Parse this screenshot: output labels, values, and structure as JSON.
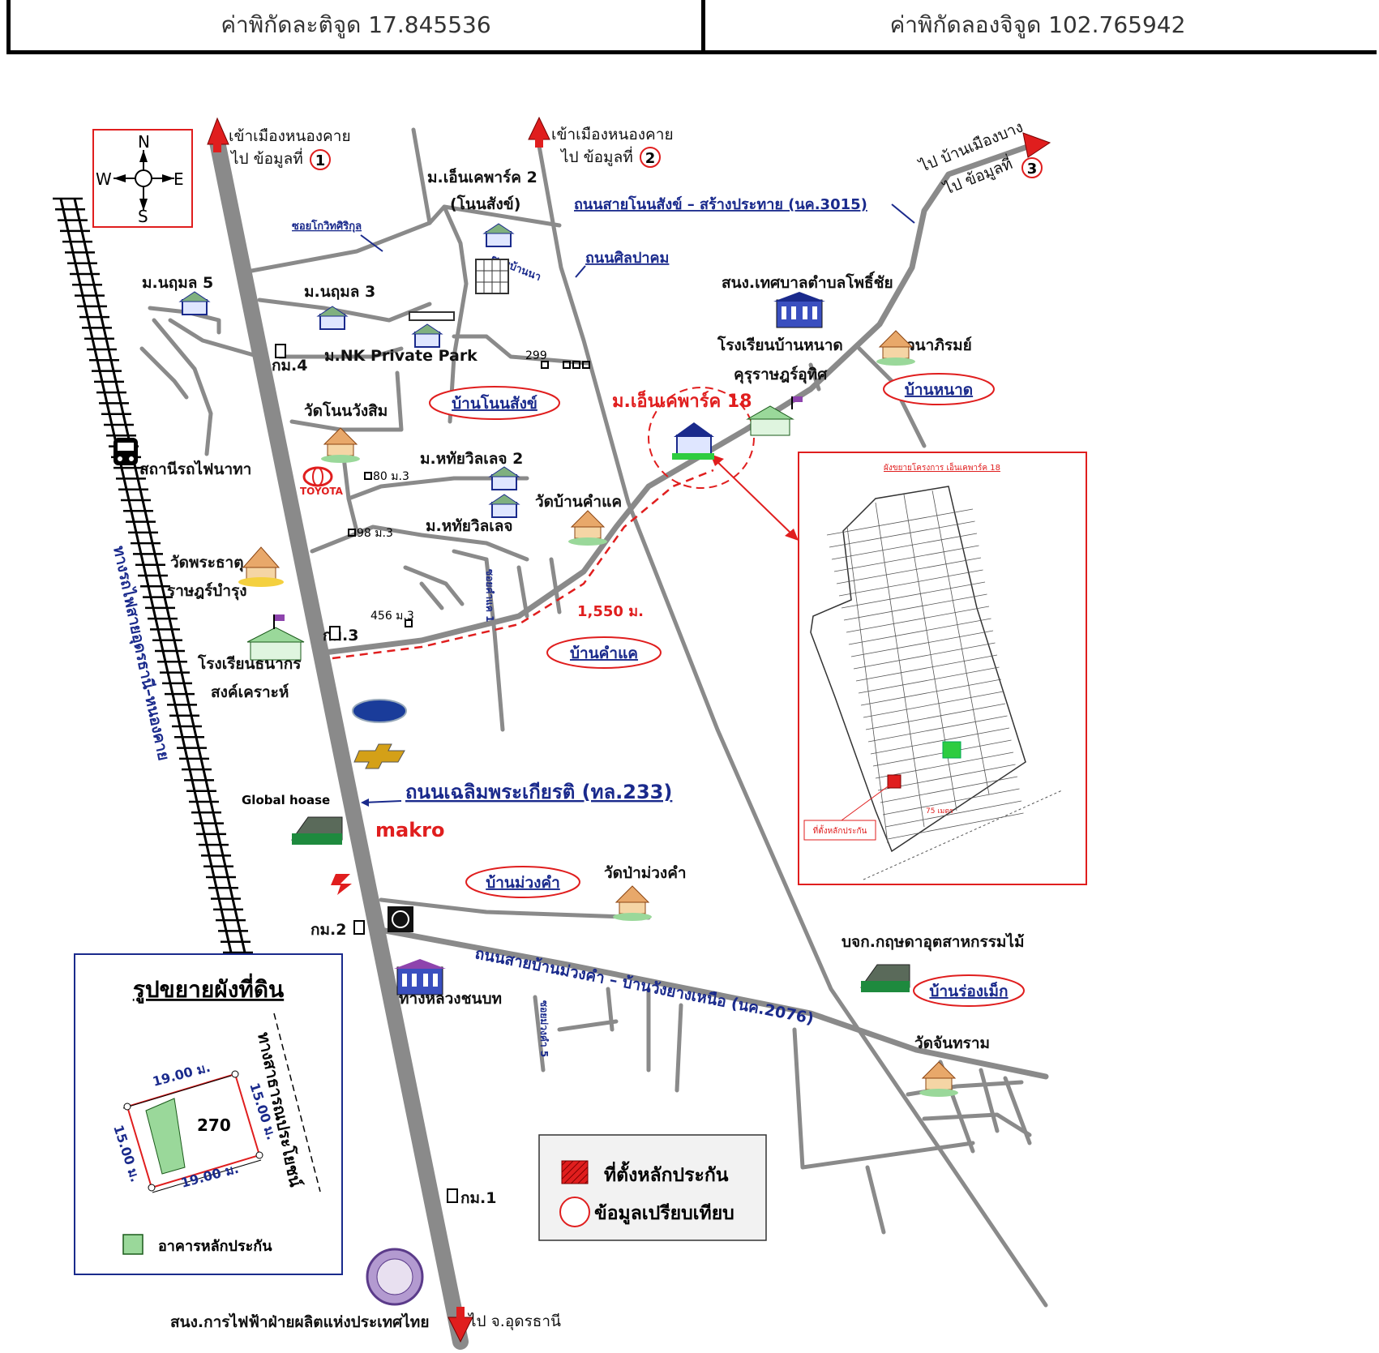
{
  "header": {
    "latitude": "ค่าพิกัดละติจูด 17.845536",
    "longitude": "ค่าพิกัดลองจิจูด 102.765942"
  },
  "compass": {
    "n": "N",
    "s": "S",
    "e": "E",
    "w": "W"
  },
  "destinations": {
    "north1_line1": "เข้าเมืองหนองคาย",
    "north1_line2": "ไป ข้อมูลที่",
    "north1_num": "1",
    "north2_line1": "เข้าเมืองหนองคาย",
    "north2_line2": "ไป ข้อมูลที่",
    "north2_num": "2",
    "ne_line1": "ไป บ้านเมืองบาง",
    "ne_line2": "ไป ข้อมูลที่",
    "ne_num": "3",
    "south": "ไป จ.อุดรธานี"
  },
  "roads": {
    "highway": "ถนนเฉลิมพระเกียรติ (ทล.233)",
    "road_3015": "ถนนสายโนนสังข์ – สร้างประทาย (นค.3015)",
    "silapakhom": "ถนนศิลปาคม",
    "soi_kosit": "ซอยโกวิทศิริกุล",
    "soi_bannar": "ซอยบ้านนา",
    "road_2076": "ถนนสายบ้านม่วงคำ – บ้านวังยางเหนือ (นค.2076)",
    "railway": "ทางรถไฟสายอุดรธานี–หนองคาย",
    "soi_kham_1": "ซอยคำแค 1",
    "soi_muang_5": "ซอยม่วงคำ 5",
    "rural_road": "ทางหลวงชนบท"
  },
  "places": {
    "muu_eakpark2_l1": "ม.เอ็นเคพาร์ค 2",
    "muu_eakpark2_l2": "(โนนสังข์)",
    "nudom5": "ม.นฤมล 5",
    "nudom3": "ม.นฤมล 3",
    "nk_private": "ม.NK Private Park",
    "km4": "กม.4",
    "km3": "กม.3",
    "km2": "กม.2",
    "km1": "กม.1",
    "wat_non_wang": "วัดโนนวังสิม",
    "station": "สถานีรถไฟนาทา",
    "toyota": "TOYOTA",
    "no80": "80 ม.3",
    "no98": "98 ม.3",
    "no456": "456 ม.3",
    "no299": "299",
    "wat_phrathat_l1": "วัดพระธาตุ",
    "wat_phrathat_l2": "ราษฎร์บำรุง",
    "school_thanakorn_l1": "โรงเรียนธนากร",
    "school_thanakorn_l2": "สงค์เคราะห์",
    "mahai2": "ม.หทัยวิลเลจ 2",
    "mahai": "ม.หทัยวิลเลจ",
    "wat_kham_khae": "วัดบ้านคำแค",
    "nk18": "ม.เอ็นเคพาร์ค 18",
    "distance": "1,550 ม.",
    "ban_non_sang": "บ้านโนนสังข์",
    "ban_kham_khae": "บ้านคำแค",
    "ban_nahat": "บ้านหนาด",
    "ban_muang_kham": "บ้านม่วงคำ",
    "ban_rong_mek": "บ้านร่องเม็ก",
    "tambon_office": "สนง.เทศบาลตำบลโพธิ์ชัย",
    "school_nahat_l1": "โรงเรียนบ้านหนาด",
    "school_nahat_l2": "คุรุราษฎร์อุทิศ",
    "wat_wana": "วัดวนาภิรมย์",
    "global_house": "Global hoase",
    "makro": "makro",
    "wat_pa_muang": "วัดป่าม่วงคำ",
    "krisda": "บจก.กฤษดาอุตสาหกรรมไม้",
    "wat_chan": "วัดจันทราม",
    "egat": "สนง.การไฟฟ้าฝ่ายผลิตแห่งประเทศไทย"
  },
  "plot": {
    "title": "รูปขยายผังที่ดิน",
    "top": "19.00 ม.",
    "bottom": "19.00 ม.",
    "left": "15.00 ม.",
    "right": "15.00 ม.",
    "number": "270",
    "road": "ทางสาธารณประโยชน์",
    "legend_building": "อาคารหลักประกัน"
  },
  "inset": {
    "title": "ผังขยายโครงการ เอ็นเคพาร์ค 18",
    "collateral": "ที่ตั้งหลักประกัน",
    "distance": "75 เมตร"
  },
  "legend": {
    "collateral": "ที่ตั้งหลักประกัน",
    "comparison": "ข้อมูลเปรียบเทียบ"
  },
  "colors": {
    "road": "#8a8a8a",
    "label_navy": "#1a2a8c",
    "accent_red": "#e01e1e",
    "building_green": "#9ad89a"
  }
}
